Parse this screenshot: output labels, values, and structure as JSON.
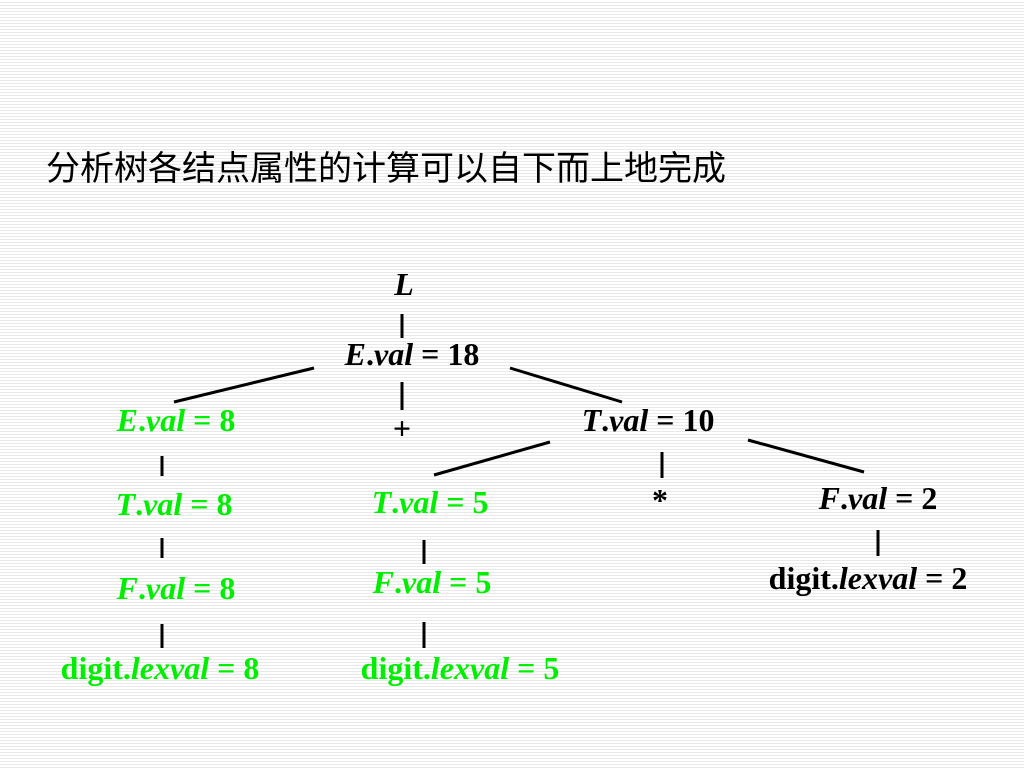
{
  "title": "分析树各结点属性的计算可以自下而上地完成",
  "colors": {
    "black": "#000000",
    "green": "#00ee00"
  },
  "nodes": [
    {
      "id": "L",
      "sym": "L",
      "attr": "",
      "op": "",
      "val": "",
      "color": "black"
    },
    {
      "id": "E_root",
      "sym": "E",
      "attr": "val",
      "op": " = ",
      "val": "18",
      "color": "black"
    },
    {
      "id": "E_left",
      "sym": "E",
      "attr": "val",
      "op": " = ",
      "val": "8",
      "color": "green"
    },
    {
      "id": "plus",
      "sym": "+",
      "attr": "",
      "op": "",
      "val": "",
      "color": "black"
    },
    {
      "id": "T_right",
      "sym": "T",
      "attr": "val",
      "op": " = ",
      "val": "10",
      "color": "black"
    },
    {
      "id": "T_left",
      "sym": "T",
      "attr": "val",
      "op": " = ",
      "val": "8",
      "color": "green"
    },
    {
      "id": "T_mid",
      "sym": "T",
      "attr": "val",
      "op": " = ",
      "val": "5",
      "color": "green"
    },
    {
      "id": "star",
      "sym": "*",
      "attr": "",
      "op": "",
      "val": "",
      "color": "black"
    },
    {
      "id": "F_right",
      "sym": "F",
      "attr": "val",
      "op": " = ",
      "val": "2",
      "color": "black"
    },
    {
      "id": "F_left",
      "sym": "F",
      "attr": "val",
      "op": " = ",
      "val": "8",
      "color": "green"
    },
    {
      "id": "F_mid",
      "sym": "F",
      "attr": "val",
      "op": " = ",
      "val": "5",
      "color": "green"
    },
    {
      "id": "digit_right",
      "sym": "digit",
      "attr": "lexval",
      "op": " = ",
      "val": "2",
      "color": "black"
    },
    {
      "id": "digit_left",
      "sym": "digit",
      "attr": "lexval",
      "op": " = ",
      "val": "8",
      "color": "green"
    },
    {
      "id": "digit_mid",
      "sym": "digit",
      "attr": "lexval",
      "op": " = ",
      "val": "5",
      "color": "green"
    }
  ]
}
